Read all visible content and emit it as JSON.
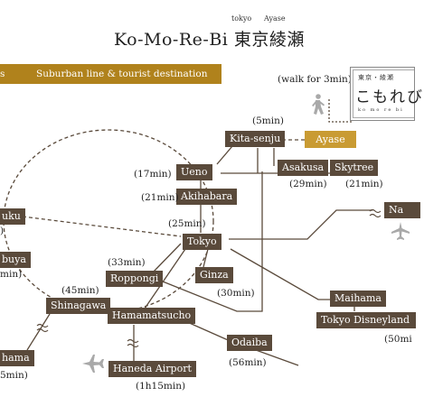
{
  "header": {
    "title": "Ko-Mo-Re-Bi 東京綾瀬",
    "ruby_left": "tokyo",
    "ruby_right": "Ayase"
  },
  "banner": {
    "left_fragment": "s",
    "text": "Suburban line &  tourist destination"
  },
  "walk_note": "(walk for 3min)",
  "logo": {
    "line1": "東京・綾瀬",
    "line2": "こもれび",
    "line3": "ko mo re bi"
  },
  "stations": {
    "kita_senju": "Kita-senju",
    "ayase": "Ayase",
    "ueno": "Ueno",
    "asakusa": "Asakusa",
    "skytree": "Skytree",
    "akihabara": "Akihabara",
    "tokyo": "Tokyo",
    "shinjuku": "uku",
    "shibuya": "buya",
    "narita": "Na",
    "roppongi": "Roppongi",
    "ginza": "Ginza",
    "maihama": "Maihama",
    "disneyland": "Tokyo  Disneyland",
    "shinagawa": "Shinagawa",
    "hamamatsucho": "Hamamatsucho",
    "yokohama": "hama",
    "odaiba": "Odaiba",
    "haneda": "Haneda Airport"
  },
  "times": {
    "kita_senju": "(5min)",
    "ueno": "(17min)",
    "asakusa": "(29min)",
    "skytree": "(21min)",
    "akihabara": "(21min)",
    "tokyo": "(25min)",
    "shinjuku": ")",
    "shibuya": "min)",
    "roppongi": "(33min)",
    "ginza": "(30min)",
    "shinagawa": "(45min)",
    "disneyland": "(50mi",
    "odaiba": "(56min)",
    "haneda": "(1h15min)",
    "yokohama": "5min)"
  },
  "colors": {
    "station_box": "#5a4a3b",
    "banner": "#b0821c",
    "ayase_box": "#c99b33",
    "line": "#5a4a3b",
    "icon": "#a9a9a9"
  },
  "icons": [
    "walking-person-icon",
    "airplane-icon",
    "wave-icon"
  ]
}
